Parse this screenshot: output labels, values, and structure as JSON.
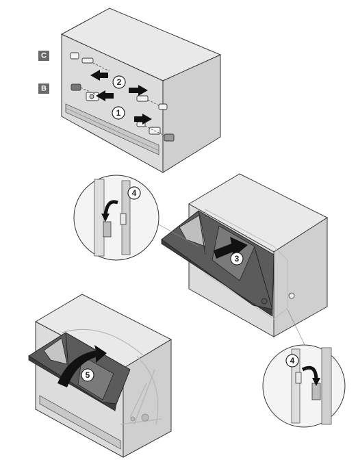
{
  "labels": {
    "c": "C",
    "b": "B"
  },
  "steps": {
    "s1": "1",
    "s2": "2",
    "s3": "3",
    "s4a": "4",
    "s4b": "4",
    "s5": "5"
  },
  "colors": {
    "panel": "#d7d7d7",
    "panel_light": "#e6e6e6",
    "panel_dark": "#b9b9b9",
    "edge": "#333333",
    "drawer": "#5a5a5a",
    "drawer_dark": "#3a3a3a",
    "ghost": "#c9c9c9",
    "label_box": "#6a6a6a",
    "arrow": "#111111"
  }
}
